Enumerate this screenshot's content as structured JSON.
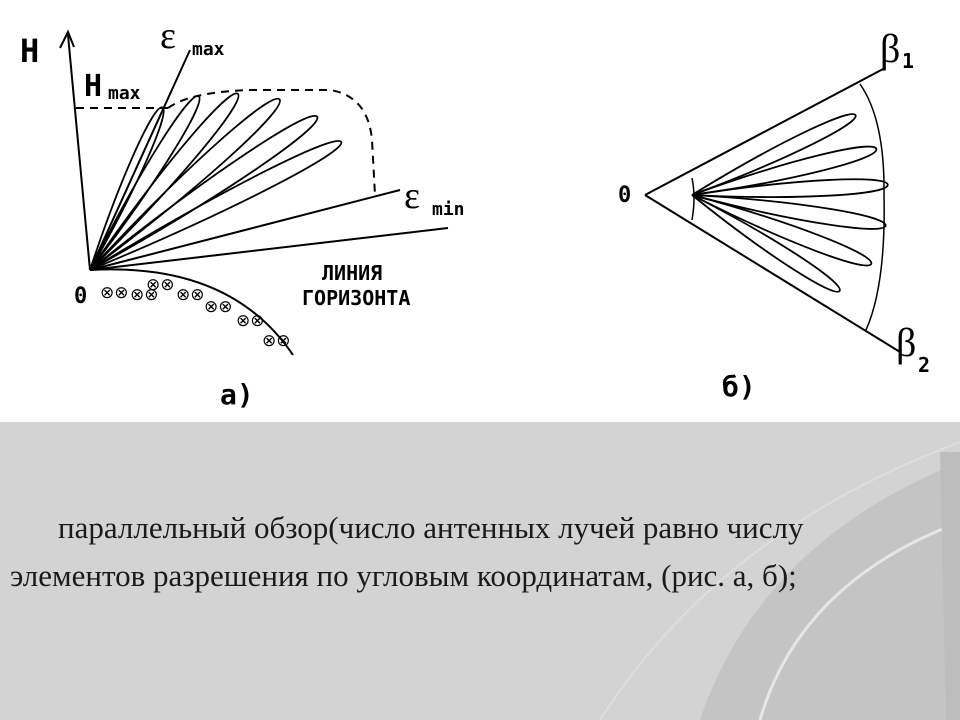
{
  "diagram_a": {
    "axis_label": "H",
    "hmax_label_main": "H",
    "hmax_label_sub": "max",
    "eps_max_main": "ε",
    "eps_max_sub": "max",
    "eps_min_main": "ε",
    "eps_min_sub": "min",
    "origin_label": "0",
    "horizon_line1": "ЛИНИЯ",
    "horizon_line2": "ГОРИЗОНТА",
    "caption": "а)"
  },
  "diagram_b": {
    "origin_label": "0",
    "beta1_main": "β",
    "beta1_sub": "1",
    "beta2_main": "β",
    "beta2_sub": "2",
    "caption": "б)"
  },
  "text": {
    "body": "параллельный  обзор(число антенных лучей равно числу элементов разрешения по угловым координатам, (рис. а, б);"
  },
  "colors": {
    "band": "#d3d3d3",
    "ink": "#000000"
  }
}
